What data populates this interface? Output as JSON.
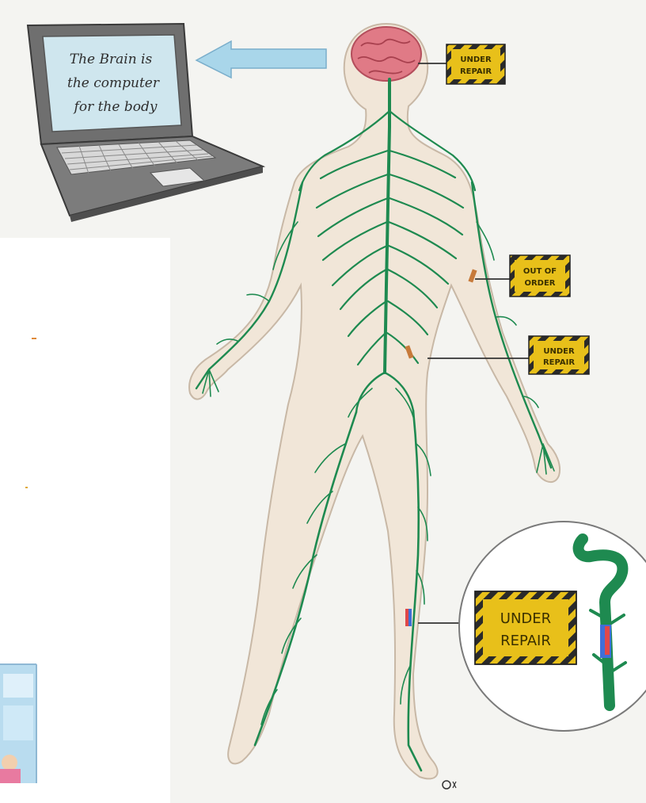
{
  "laptop": {
    "screen_lines": [
      "The Brain is",
      "the computer",
      "for the body"
    ]
  },
  "signs": [
    {
      "name": "brain",
      "lines": [
        "UNDER",
        "REPAIR"
      ]
    },
    {
      "name": "arm",
      "lines": [
        "OUT OF",
        "ORDER"
      ]
    },
    {
      "name": "hip",
      "lines": [
        "UNDER",
        "REPAIR"
      ]
    },
    {
      "name": "leg-zoom",
      "lines": [
        "UNDER",
        "REPAIR"
      ]
    }
  ],
  "colors": {
    "nerve": "#1e8a50",
    "brain": "#e07a86",
    "skin": "#f1e6d8",
    "arrow": "#a9d6ea",
    "sign_yellow": "#e8c01a",
    "sign_stripe": "#2a2a2a",
    "laptop": "#6f6f6f"
  }
}
